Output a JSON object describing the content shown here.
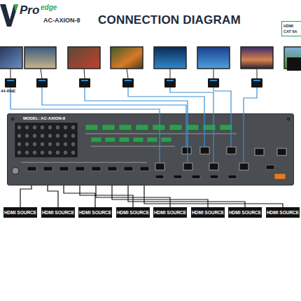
{
  "diagram": {
    "title": "CONNECTION DIAGRAM",
    "nodes": [
      {
        "text": [
          "MODEL: AC-AXION-8"
        ]
      },
      {
        "text": [
          "HDMI SOURCE"
        ]
      },
      {
        "text": [
          "HDMI SOURCE"
        ]
      },
      {
        "text": [
          "HDMI SOURCE"
        ]
      },
      {
        "text": [
          "HDMI SOURCE"
        ]
      },
      {
        "text": [
          "HDMI SOURCE"
        ]
      },
      {
        "text": [
          "HDMI SOURCE"
        ]
      },
      {
        "text": [
          "HDMI SOURCE"
        ]
      },
      {
        "text": [
          "HDMI SOURCE"
        ]
      }
    ],
    "edges": [
      {
        "from": 1,
        "to": 0,
        "arrow": "none"
      },
      {
        "from": 2,
        "to": 0,
        "arrow": "none"
      },
      {
        "from": 3,
        "to": 0,
        "arrow": "none"
      },
      {
        "from": 4,
        "to": 0,
        "arrow": "none"
      },
      {
        "from": 5,
        "to": 0,
        "arrow": "none"
      },
      {
        "from": 6,
        "to": 0,
        "arrow": "none"
      },
      {
        "from": 7,
        "to": 0,
        "arrow": "none"
      },
      {
        "from": 8,
        "to": 0,
        "arrow": "none"
      }
    ],
    "labels": [
      "Pro",
      "edge",
      "AC-AXION-8",
      "44-RNE"
    ],
    "legend": [
      {
        "text": "HDMI"
      },
      {
        "text": "CAT 6A"
      }
    ]
  }
}
